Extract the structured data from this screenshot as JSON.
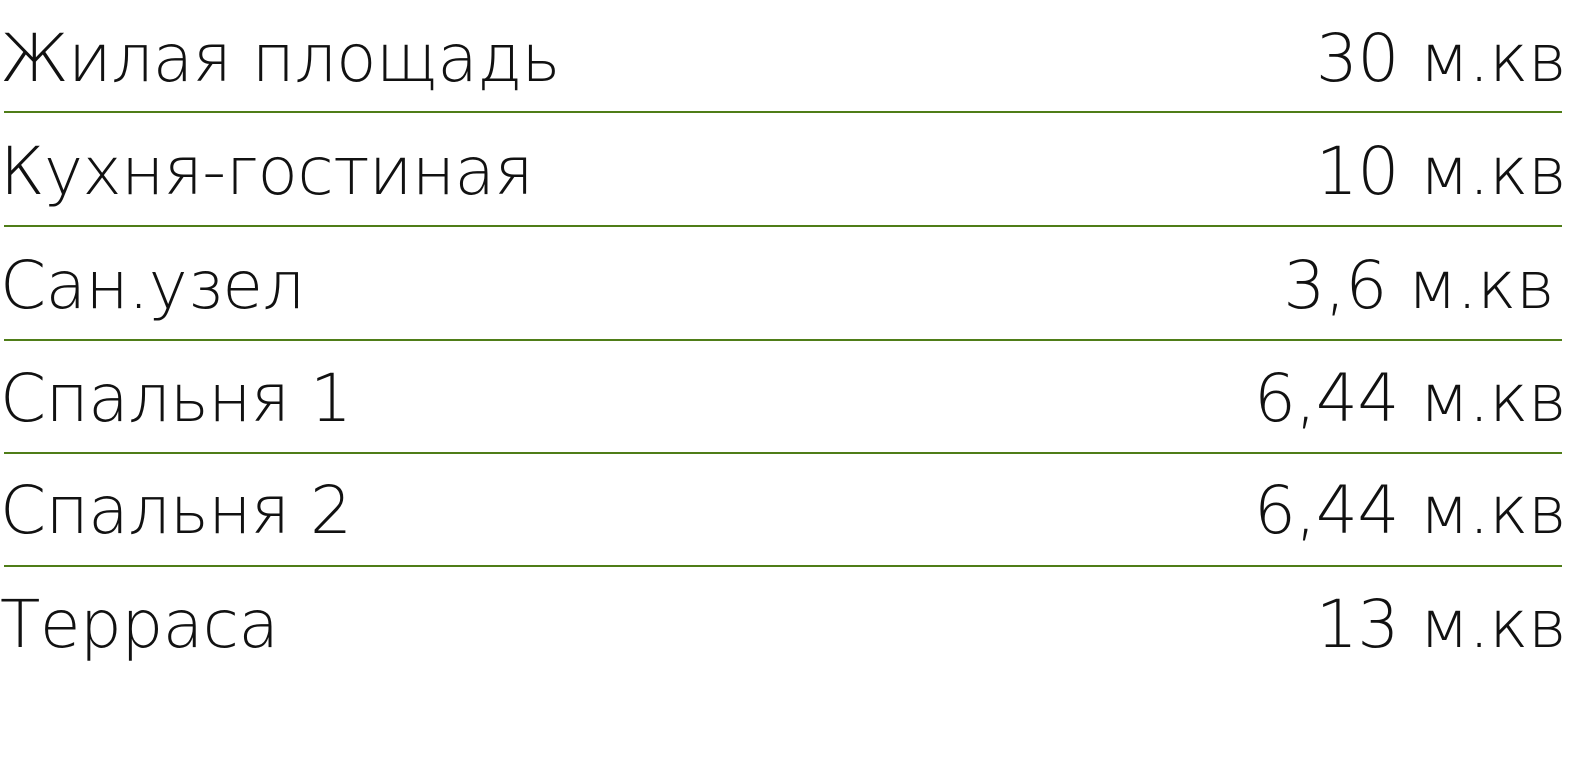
{
  "areas": [
    {
      "label": "Жилая площадь",
      "value": "30 м.кв"
    },
    {
      "label": "Кухня-гостиная",
      "value": "10 м.кв"
    },
    {
      "label": "Сан.узел",
      "value": "3,6 м.кв"
    },
    {
      "label": "Спальня 1",
      "value": "6,44 м.кв"
    },
    {
      "label": "Спальня 2",
      "value": "6,44 м.кв"
    },
    {
      "label": "Терраса",
      "value": "13 м.кв"
    }
  ],
  "colors": {
    "divider": "#4f7d18",
    "text": "#111111",
    "background": "#ffffff"
  }
}
